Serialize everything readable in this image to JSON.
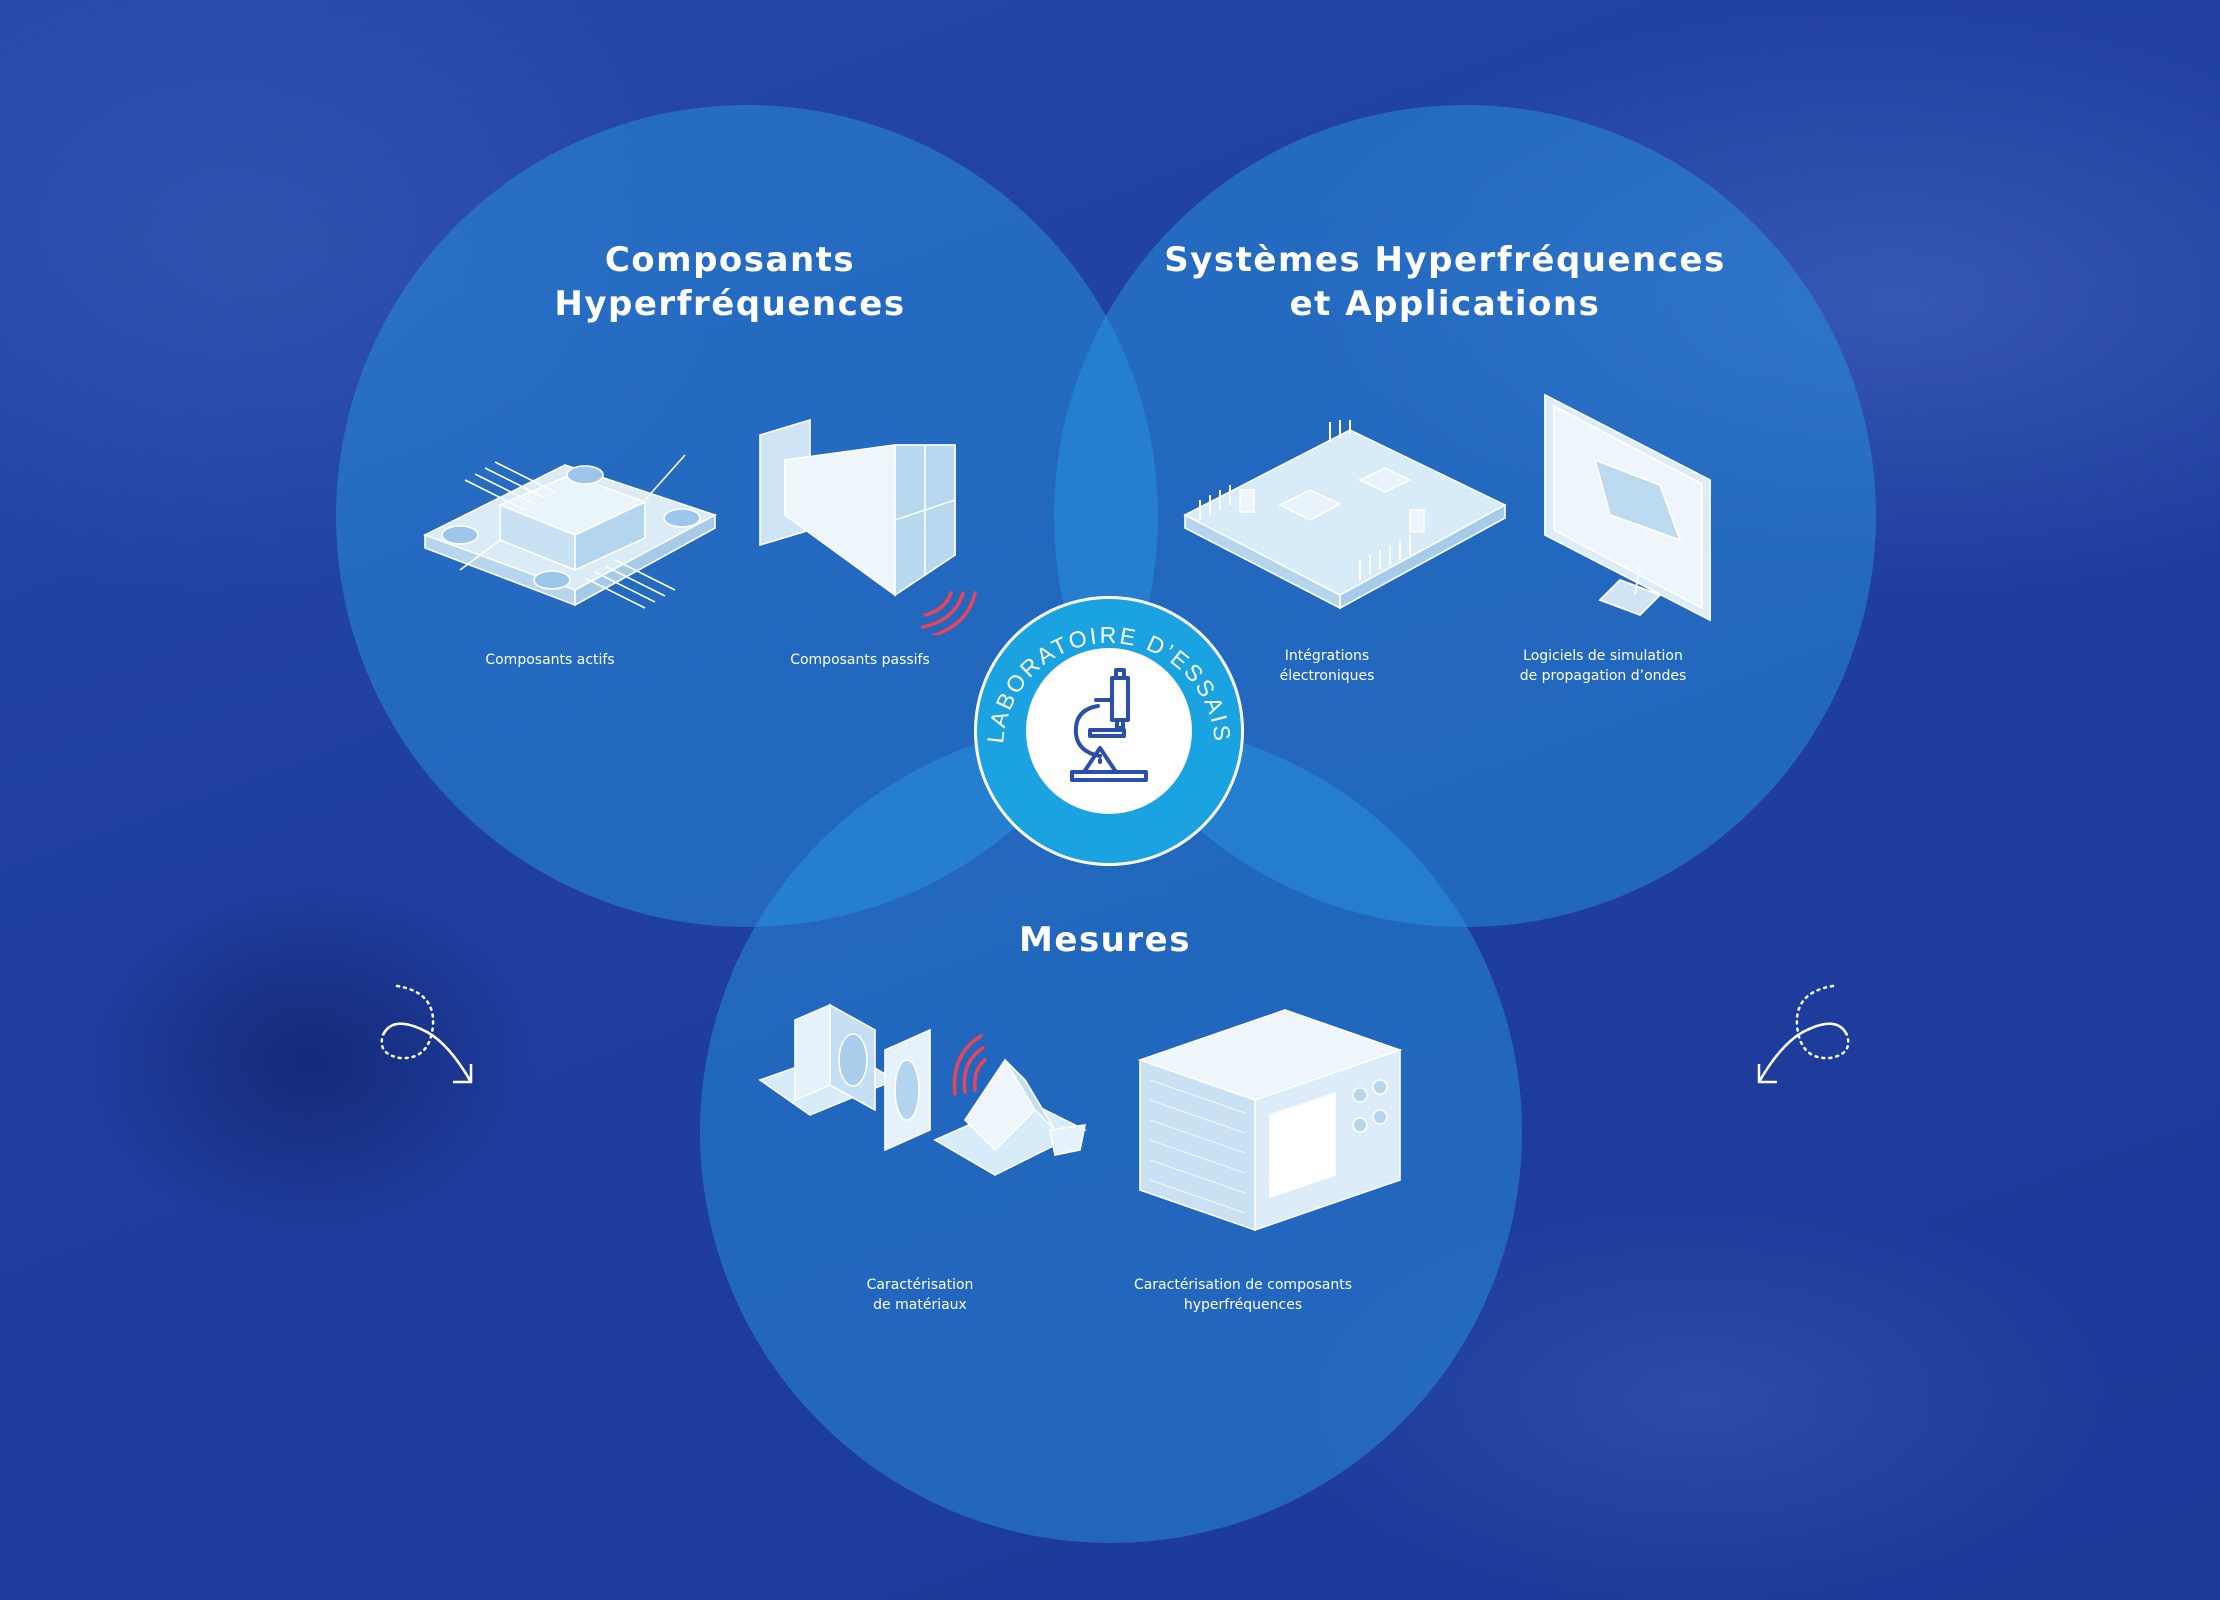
{
  "sections": {
    "composants": {
      "title_line1": "Composants",
      "title_line2": "Hyperfréquences",
      "item1": "Composants actifs",
      "item2": "Composants passifs"
    },
    "systemes": {
      "title_line1": "Systèmes Hyperfréquences",
      "title_line2": "et Applications",
      "item1_line1": "Intégrations",
      "item1_line2": "électroniques",
      "item2_line1": "Logiciels de simulation",
      "item2_line2": "de propagation d’ondes"
    },
    "mesures": {
      "title": "Mesures",
      "item1_line1": "Caractérisation",
      "item1_line2": "de matériaux",
      "item2_line1": "Caractérisation de composants",
      "item2_line2": "hyperfréquences"
    }
  },
  "center_badge": {
    "ring_text": "LABORATOIRE D’ESSAIS",
    "icon": "microscope-icon"
  },
  "decorations": {
    "left_arrow_icon": "curved-arrow-right-icon",
    "right_arrow_icon": "curved-arrow-left-icon"
  },
  "colors": {
    "background": "#1e3f9c",
    "circle_fill": "#2896e1",
    "badge": "#1aa3e0",
    "icon_stroke": "#2b4fa8",
    "signal_red": "#e8455a"
  }
}
